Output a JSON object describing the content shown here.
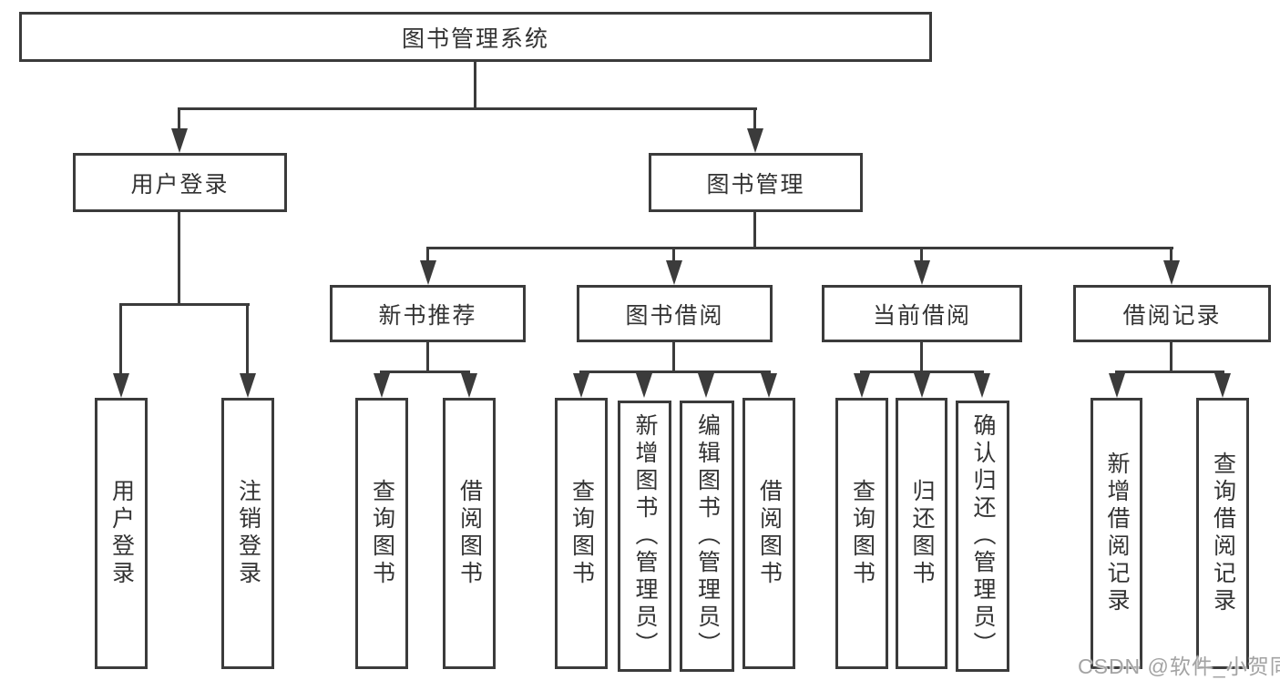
{
  "tree": {
    "label": "图书管理系统",
    "children": [
      {
        "label": "用户登录",
        "children": [
          {
            "label": "用户登录"
          },
          {
            "label": "注销登录"
          }
        ]
      },
      {
        "label": "图书管理",
        "children": [
          {
            "label": "新书推荐",
            "children": [
              {
                "label": "查询图书"
              },
              {
                "label": "借阅图书"
              }
            ]
          },
          {
            "label": "图书借阅",
            "children": [
              {
                "label": "查询图书"
              },
              {
                "label": "新增图书（管理员）"
              },
              {
                "label": "编辑图书（管理员）"
              },
              {
                "label": "借阅图书"
              }
            ]
          },
          {
            "label": "当前借阅",
            "children": [
              {
                "label": "查询图书"
              },
              {
                "label": "归还图书"
              },
              {
                "label": "确认归还（管理员）"
              }
            ]
          },
          {
            "label": "借阅记录",
            "children": [
              {
                "label": "新增借阅记录"
              },
              {
                "label": "查询借阅记录"
              }
            ]
          }
        ]
      }
    ]
  },
  "watermark": {
    "text": "CSDN @软件_小贺同学"
  },
  "colors": {
    "line": "#3b3b3b",
    "text": "#333333",
    "background": "#ffffff",
    "watermark": "#a3a3a3"
  }
}
